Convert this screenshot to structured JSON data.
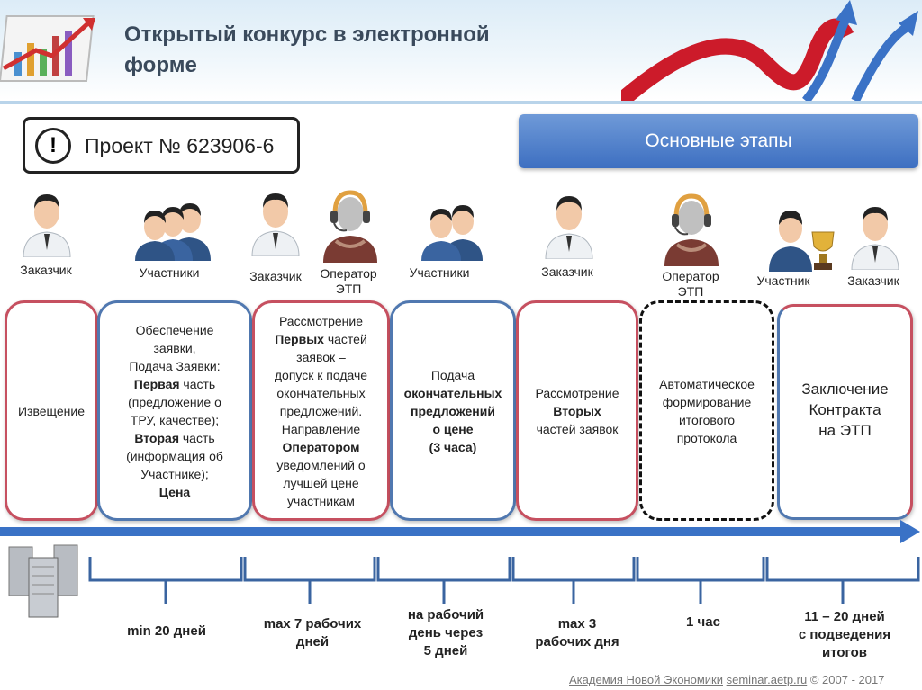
{
  "header": {
    "title_line1": "Открытый конкурс в электронной",
    "title_line2": "форме"
  },
  "project": {
    "icon": "!",
    "label": "Проект № 623906-6"
  },
  "stages_title": "Основные этапы",
  "roles": {
    "r1": "Заказчик",
    "r2": "Участники",
    "r3": "Заказчик",
    "r4a": "Оператор",
    "r4b": "ЭТП",
    "r5": "Участники",
    "r6": "Заказчик",
    "r7a": "Оператор",
    "r7b": "ЭТП",
    "r8": "Участник",
    "r9": "Заказчик"
  },
  "stages": {
    "s1": "Извещение",
    "s2": {
      "l1": "Обеспечение",
      "l2": "заявки,",
      "l3": "Подача Заявки:",
      "l4b": "Первая",
      "l4": " часть",
      "l5": "(предложение о",
      "l6": "ТРУ, качестве);",
      "l7b": "Вторая",
      "l7": " часть",
      "l8": "(информация об",
      "l9": "Участнике);",
      "l10b": "Цена"
    },
    "s3": {
      "l1": "Рассмотрение",
      "l2b": "Первых",
      "l2": " частей",
      "l3": "заявок –",
      "l4": "допуск к подаче",
      "l5": "окончательных",
      "l6": "предложений.",
      "l7": "Направление",
      "l8b": "Оператором",
      "l9": "уведомлений о",
      "l10": "лучшей цене",
      "l11": "участникам"
    },
    "s4": {
      "l1": "Подача",
      "l2b": "окончательных",
      "l3b": "предложений",
      "l4b": "о цене",
      "l5b": "(3 часа)"
    },
    "s5": {
      "l1": "Рассмотрение",
      "l2b": "Вторых",
      "l3": "частей заявок"
    },
    "s6": {
      "l1": "Автоматическое",
      "l2": "формирование",
      "l3": "итогового",
      "l4": "протокола"
    },
    "s7": {
      "l1": "Заключение",
      "l2": "Контракта",
      "l3": "на ЭТП"
    }
  },
  "durations": {
    "d1": "min 20 дней",
    "d2a": "max 7 рабочих",
    "d2b": "дней",
    "d3a": "на рабочий",
    "d3b": "день через",
    "d3c": "5 дней",
    "d4a": "max 3",
    "d4b": "рабочих дня",
    "d5": "1 час",
    "d6a": "11 – 20 дней",
    "d6b": "с подведения",
    "d6c": "итогов"
  },
  "footer": {
    "org": "Академия Новой Экономики",
    "site": "seminar.aetp.ru",
    "copy": "© 2007 - 2017"
  },
  "colors": {
    "accent_blue": "#3d6fc1",
    "stage_red": "#c65060",
    "stage_blue": "#5078b0",
    "arrow": "#3a72c6"
  }
}
